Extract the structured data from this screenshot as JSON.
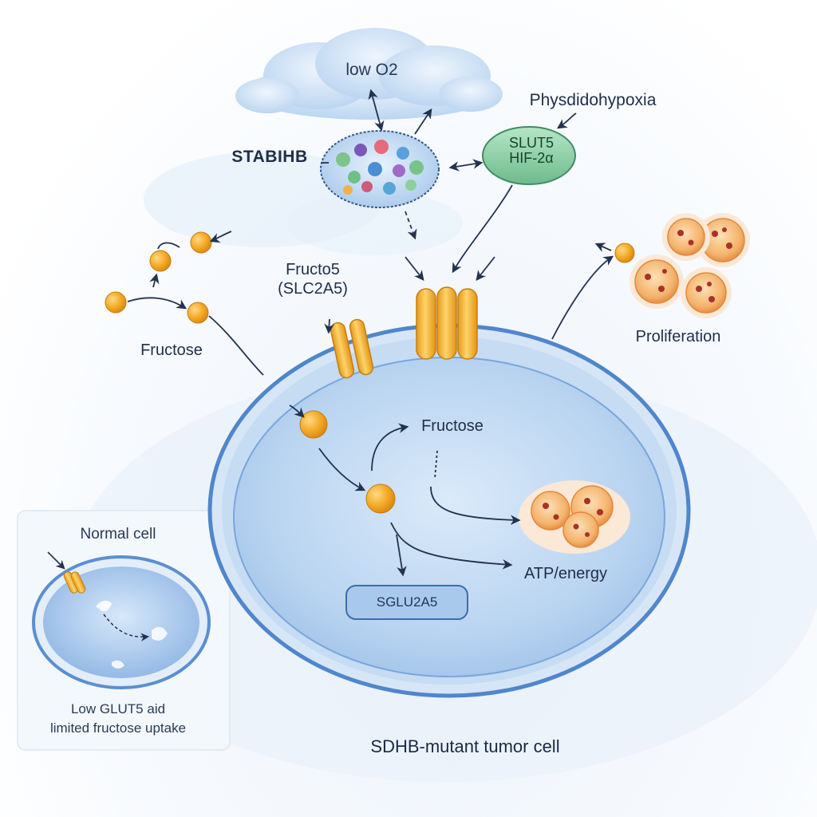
{
  "labels": {
    "low_o2": "low O2",
    "pseudohypoxia": "Physdidohypoxia",
    "stabilized_complex": "STABIHB",
    "slut_line1": "SLUT5",
    "slut_line2": "HIF-2α",
    "transporter_line1": "Fructo5",
    "transporter_line2": "(SLC2A5)",
    "fructose_outside": "Fructose",
    "proliferation": "Proliferation",
    "fructose_inside": "Fructose",
    "atp": "ATP/energy",
    "sglut_box": "SGLU2A5",
    "normal_cell": "Normal cell",
    "normal_desc_line1": "Low GLUT5 aid",
    "normal_desc_line2": "limited fructose uptake",
    "title": "SDHB-mutant tumor cell"
  },
  "colors": {
    "cell_membrane": "#4f86cc",
    "cytoplasm": "#bcd6f0",
    "fructose_orange": "#f1a622",
    "transporter_gold": "#f2b53c",
    "hif_green": "#7fc79c",
    "arrow_navy": "#23324f",
    "proliferating_cell": "#f5b87a"
  }
}
